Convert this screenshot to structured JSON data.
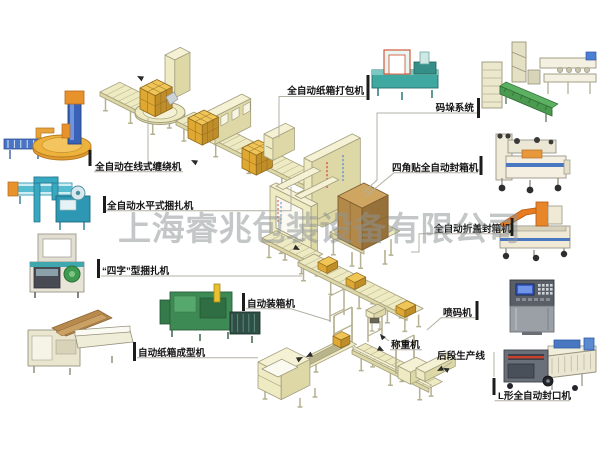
{
  "page": {
    "type": "packaging-line-diagram",
    "background": "#ffffff"
  },
  "watermark": {
    "text": "上海睿兆包装设备有限公司",
    "color": "#8d9496"
  },
  "labels": {
    "carton_strapper": "全自动纸箱打包机",
    "palletizer": "码垛系统",
    "online_wrapper": "全自动在线式缠绕机",
    "corner_sealer": "四角贴全自动封箱机",
    "horizontal_strapper": "全自动水平式捆扎机",
    "flap_sealer": "全自动折盖封箱机",
    "frame_strapper": "“四字”型捆扎机",
    "case_packer": "自动装箱机",
    "inkjet_printer": "喷码机",
    "carton_former": "自动纸箱成型机",
    "checkweigher": "称重机",
    "backend_line": "后段生产线",
    "l_sealer": "L形全自动封口机"
  },
  "colors": {
    "machine_beige": "#eeeac2",
    "carton_gold": "#dfa832",
    "teal": "#3fa8a0",
    "cyan": "#38a8c0",
    "green": "#3e8a55",
    "blue": "#3a62b8",
    "orange": "#e87a20",
    "leader_gray": "#b3b0a4"
  }
}
